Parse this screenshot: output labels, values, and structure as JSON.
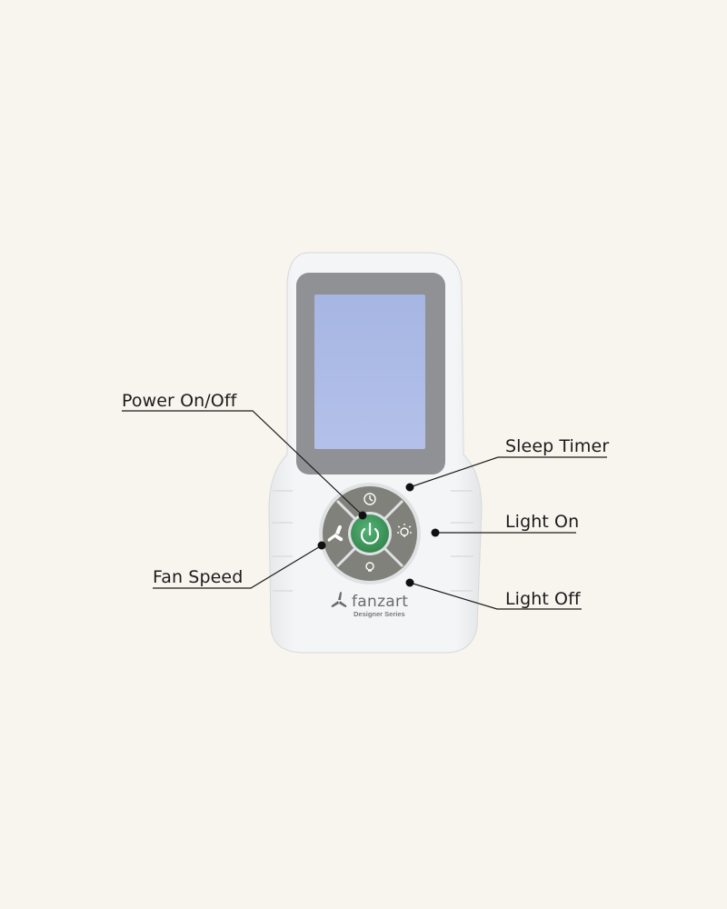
{
  "labels": {
    "power": "Power On/Off",
    "sleep_timer": "Sleep Timer",
    "light_on": "Light On",
    "fan_speed": "Fan Speed",
    "light_off": "Light Off"
  },
  "brand": {
    "name": "fanzart",
    "tagline": "Designer Series"
  },
  "colors": {
    "background": "#f8f4ee",
    "remote_body": "#f2f3f4",
    "screen": "#a9b9e4",
    "power_button": "#3f9a62",
    "dpad": "#8a8c84"
  },
  "icons": {
    "top": "timer-icon",
    "left": "fan-icon",
    "center": "power-icon",
    "right": "light-on-icon",
    "bottom": "light-off-icon"
  }
}
